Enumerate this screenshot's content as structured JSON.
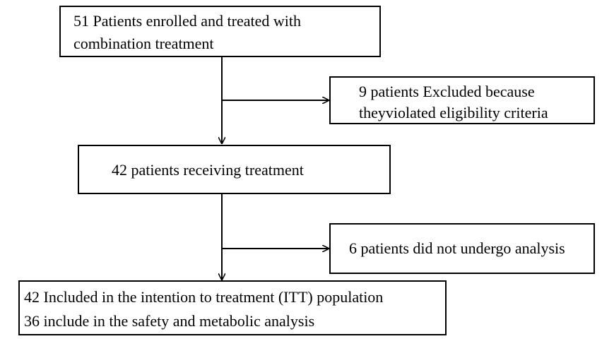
{
  "boxes": {
    "enrolled": {
      "lines": [
        "51 Patients enrolled and treated with",
        "combination treatment"
      ]
    },
    "excluded": {
      "lines": [
        "9 patients Excluded because",
        "theyviolated eligibility criteria"
      ]
    },
    "receiving": {
      "lines": [
        "42 patients receiving treatment"
      ]
    },
    "no_analysis": {
      "lines": [
        "6 patients did not undergo analysis"
      ]
    },
    "included": {
      "lines": [
        "42 Included in the intention to treatment (ITT) population",
        "36 include in the safety and metabolic analysis"
      ]
    }
  }
}
